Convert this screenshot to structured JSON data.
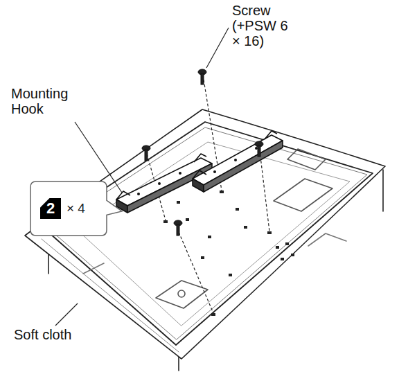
{
  "diagram": {
    "nodes": [
      {
        "text": [
          "2",
          "× 4"
        ]
      }
    ],
    "labels": [
      "Screw (+PSW 6 × 16)",
      "Mounting Hook",
      "Soft cloth"
    ]
  }
}
